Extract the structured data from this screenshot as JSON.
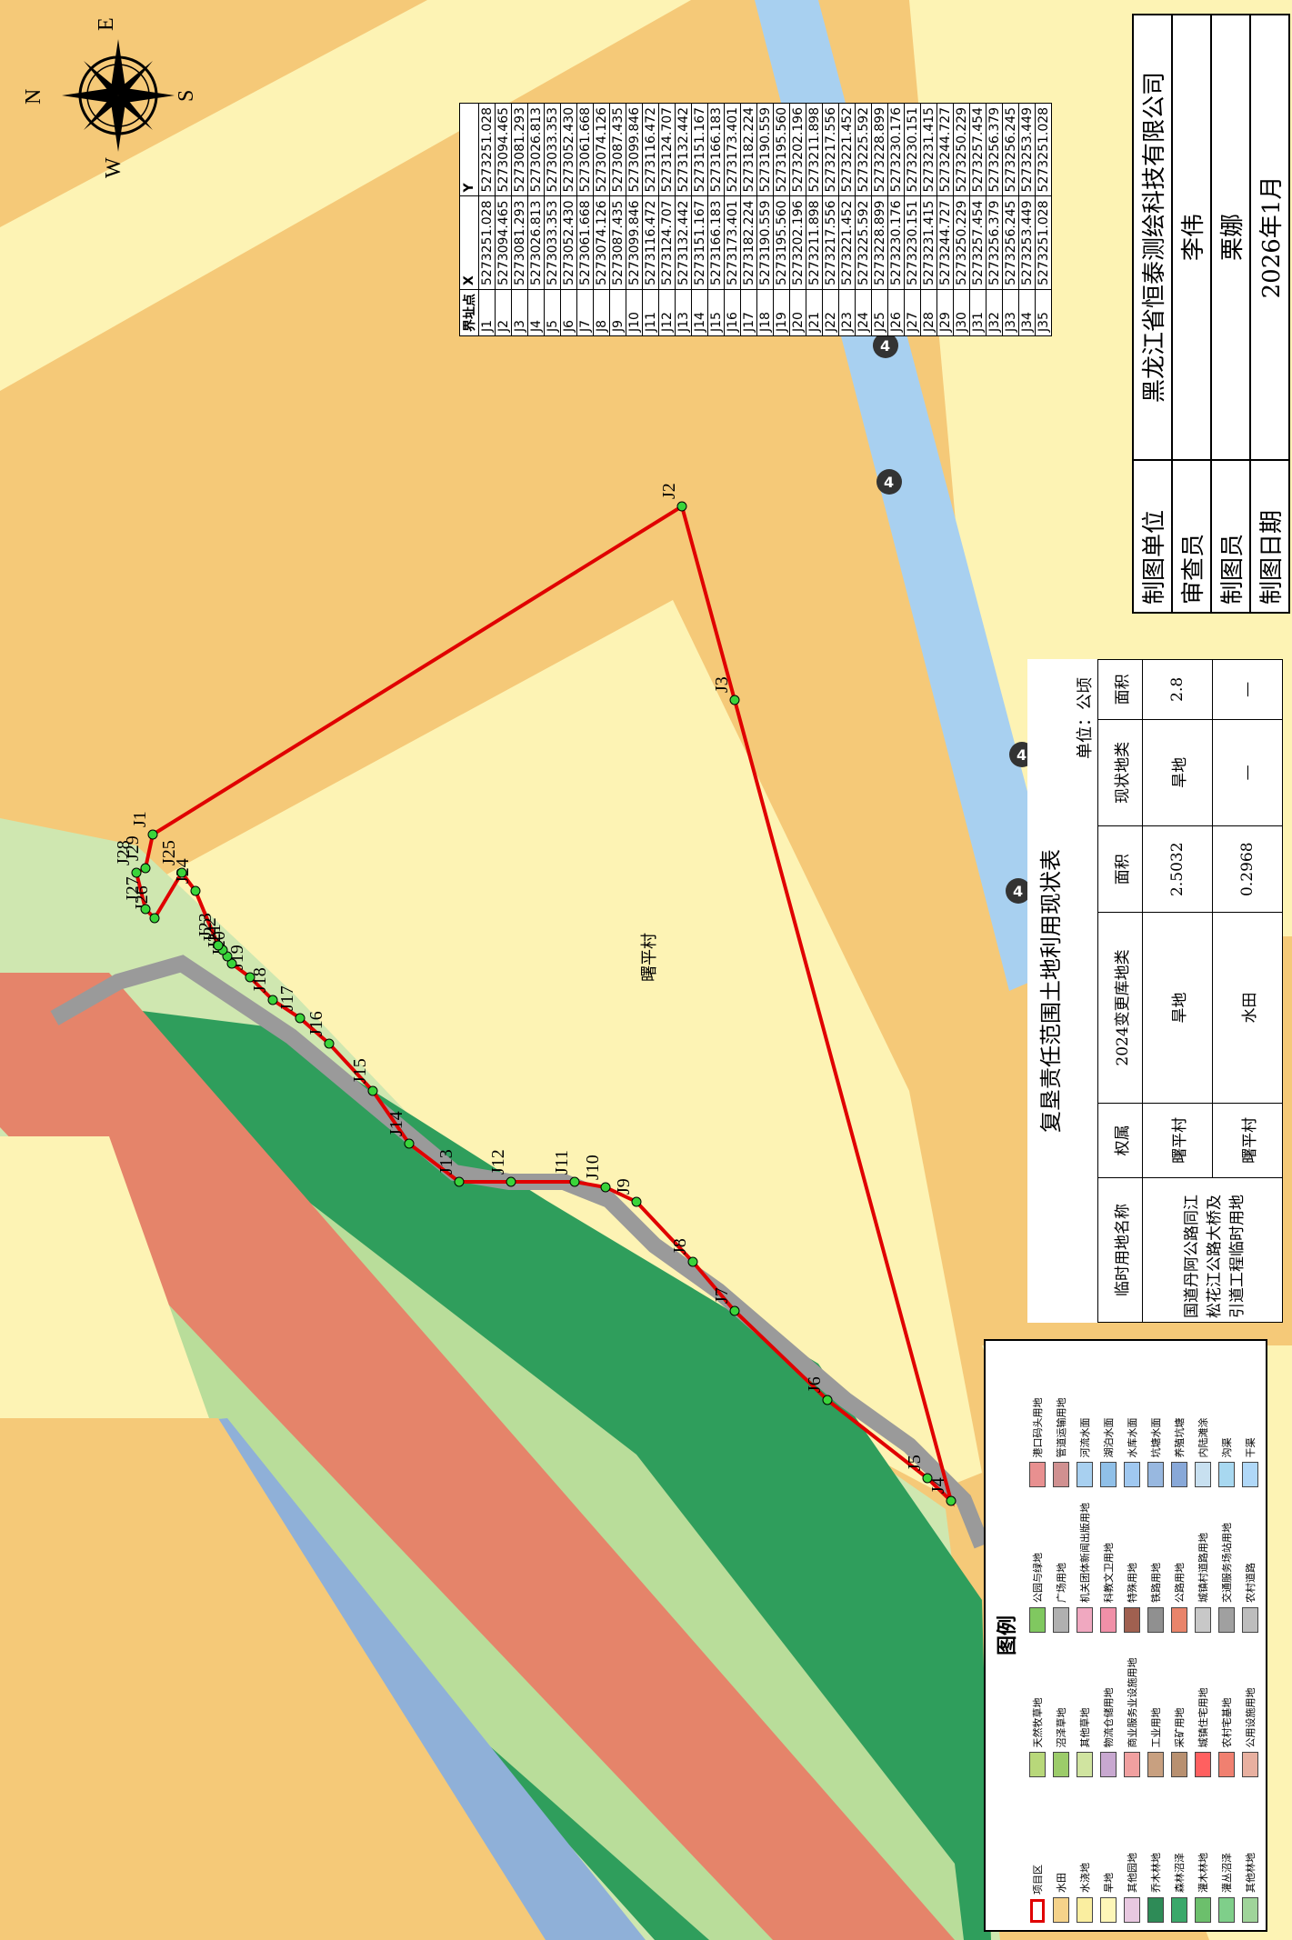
{
  "village_label": "曙平村",
  "road_sign": "4",
  "compass": {
    "n": "N",
    "e": "E",
    "s": "S",
    "w": "W"
  },
  "boundary_points": [
    {
      "id": "J1",
      "x": "5273251.028",
      "y": "5273251.028"
    },
    {
      "id": "J2",
      "x": "5273094.465",
      "y": "5273094.465"
    },
    {
      "id": "J3",
      "x": "5273081.293",
      "y": "5273081.293"
    },
    {
      "id": "J4",
      "x": "5273026.813",
      "y": "5273026.813"
    },
    {
      "id": "J5",
      "x": "5273033.353",
      "y": "5273033.353"
    },
    {
      "id": "J6",
      "x": "5273052.430",
      "y": "5273052.430"
    },
    {
      "id": "J7",
      "x": "5273061.668",
      "y": "5273061.668"
    },
    {
      "id": "J8",
      "x": "5273074.126",
      "y": "5273074.126"
    },
    {
      "id": "J9",
      "x": "5273087.435",
      "y": "5273087.435"
    },
    {
      "id": "J10",
      "x": "5273099.846",
      "y": "5273099.846"
    },
    {
      "id": "J11",
      "x": "5273116.472",
      "y": "5273116.472"
    },
    {
      "id": "J12",
      "x": "5273124.707",
      "y": "5273124.707"
    },
    {
      "id": "J13",
      "x": "5273132.442",
      "y": "5273132.442"
    },
    {
      "id": "J14",
      "x": "5273151.167",
      "y": "5273151.167"
    },
    {
      "id": "J15",
      "x": "5273166.183",
      "y": "5273166.183"
    },
    {
      "id": "J16",
      "x": "5273173.401",
      "y": "5273173.401"
    },
    {
      "id": "J17",
      "x": "5273182.224",
      "y": "5273182.224"
    },
    {
      "id": "J18",
      "x": "5273190.559",
      "y": "5273190.559"
    },
    {
      "id": "J19",
      "x": "5273195.560",
      "y": "5273195.560"
    },
    {
      "id": "J20",
      "x": "5273202.196",
      "y": "5273202.196"
    },
    {
      "id": "J21",
      "x": "5273211.898",
      "y": "5273211.898"
    },
    {
      "id": "J22",
      "x": "5273217.556",
      "y": "5273217.556"
    },
    {
      "id": "J23",
      "x": "5273221.452",
      "y": "5273221.452"
    },
    {
      "id": "J24",
      "x": "5273225.592",
      "y": "5273225.592"
    },
    {
      "id": "J25",
      "x": "5273228.899",
      "y": "5273228.899"
    },
    {
      "id": "J26",
      "x": "5273230.176",
      "y": "5273230.176"
    },
    {
      "id": "J27",
      "x": "5273230.151",
      "y": "5273230.151"
    },
    {
      "id": "J28",
      "x": "5273231.415",
      "y": "5273231.415"
    },
    {
      "id": "J29",
      "x": "5273244.727",
      "y": "5273244.727"
    },
    {
      "id": "J30",
      "x": "5273250.229",
      "y": "5273250.229"
    },
    {
      "id": "J31",
      "x": "5273257.454",
      "y": "5273257.454"
    },
    {
      "id": "J32",
      "x": "5273256.379",
      "y": "5273256.379"
    },
    {
      "id": "J33",
      "x": "5273256.245",
      "y": "5273256.245"
    },
    {
      "id": "J34",
      "x": "5273253.449",
      "y": "5273253.449"
    },
    {
      "id": "J35",
      "x": "5273251.028",
      "y": "5273251.028"
    }
  ],
  "coord_table": {
    "col_point": "界址点",
    "col_x": "X",
    "col_y": "Y"
  },
  "title_block": [
    {
      "label": "制图单位",
      "value": "黑龙江省恒泰测绘科技有限公司"
    },
    {
      "label": "审查员",
      "value": "李伟"
    },
    {
      "label": "制图员",
      "value": "栗娜"
    },
    {
      "label": "制图日期",
      "value": "2026年1月"
    }
  ],
  "status_table": {
    "title": "复垦责任范围土地利用现状表",
    "unit": "单位：公顷",
    "headers": [
      "临时用地名称",
      "权属",
      "2024变更库地类",
      "面积",
      "现状地类",
      "面积"
    ],
    "project_name": "国道丹阿公路同江松花江公路大桥及引道工程临时用地",
    "rows": [
      [
        "曙平村",
        "旱地",
        "2.5032",
        "旱地",
        "2.8"
      ],
      [
        "曙平村",
        "水田",
        "0.2968",
        "—",
        "—"
      ]
    ]
  },
  "legend": {
    "title": "图例",
    "items": [
      {
        "label": "项目区",
        "color": "#ffffff",
        "type": "outline"
      },
      {
        "label": "水田",
        "color": "#f5d28a"
      },
      {
        "label": "水浇地",
        "color": "#faeea0"
      },
      {
        "label": "旱地",
        "color": "#fdf6b8"
      },
      {
        "label": "其他园地",
        "color": "#e8c8e0"
      },
      {
        "label": "乔木林地",
        "color": "#2e8b57"
      },
      {
        "label": "森林沼泽",
        "color": "#3aa86a"
      },
      {
        "label": "灌木林地",
        "color": "#6cbf6c"
      },
      {
        "label": "灌丛沼泽",
        "color": "#7fcf8a"
      },
      {
        "label": "其他林地",
        "color": "#9fd49a"
      },
      {
        "label": "天然牧草地",
        "color": "#b8d87a"
      },
      {
        "label": "沼泽草地",
        "color": "#9ccc6a"
      },
      {
        "label": "其他草地",
        "color": "#d0e4a0"
      },
      {
        "label": "物流仓储用地",
        "color": "#c8a8d0"
      },
      {
        "label": "商业服务业设施用地",
        "color": "#f0a0a0"
      },
      {
        "label": "工业用地",
        "color": "#c8a080"
      },
      {
        "label": "采矿用地",
        "color": "#b89070"
      },
      {
        "label": "城镇住宅用地",
        "color": "#ff6060"
      },
      {
        "label": "农村宅基地",
        "color": "#f08070"
      },
      {
        "label": "公用设施用地",
        "color": "#e8b0a0"
      },
      {
        "label": "公园与绿地",
        "color": "#80c860"
      },
      {
        "label": "广场用地",
        "color": "#b0b0b0"
      },
      {
        "label": "机关团体新闻出版用地",
        "color": "#f0a8c0"
      },
      {
        "label": "科教文卫用地",
        "color": "#f090a8"
      },
      {
        "label": "特殊用地",
        "color": "#a06050"
      },
      {
        "label": "铁路用地",
        "color": "#909090"
      },
      {
        "label": "公路用地",
        "color": "#e8846a"
      },
      {
        "label": "城镇村道路用地",
        "color": "#c8c8c8"
      },
      {
        "label": "交通服务场站用地",
        "color": "#a0a0a0"
      },
      {
        "label": "农村道路",
        "color": "#bdbdbd"
      },
      {
        "label": "港口码头用地",
        "color": "#e89090"
      },
      {
        "label": "管道运输用地",
        "color": "#d09090"
      },
      {
        "label": "河流水面",
        "color": "#a8d0f0"
      },
      {
        "label": "湖泊水面",
        "color": "#90c0e8"
      },
      {
        "label": "水库水面",
        "color": "#a0c8f0"
      },
      {
        "label": "坑塘水面",
        "color": "#98b8e0"
      },
      {
        "label": "养殖坑塘",
        "color": "#88a8d8"
      },
      {
        "label": "内陆滩涂",
        "color": "#c8e0f0"
      },
      {
        "label": "沟渠",
        "color": "#a8d8f0"
      },
      {
        "label": "干渠",
        "color": "#b0d8f8"
      }
    ]
  }
}
